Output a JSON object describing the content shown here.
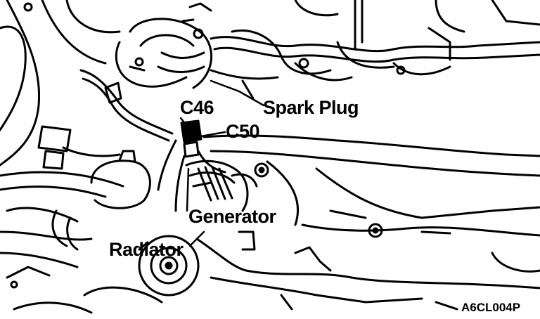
{
  "figure": {
    "labels": {
      "c46": "C46",
      "c50": "C50",
      "spark_plug": "Spark Plug",
      "generator": "Generator",
      "radiator": "Radiator"
    },
    "figure_code": "A6CL004P"
  },
  "colors": {
    "ink": "#000000",
    "paper": "#ffffff"
  }
}
